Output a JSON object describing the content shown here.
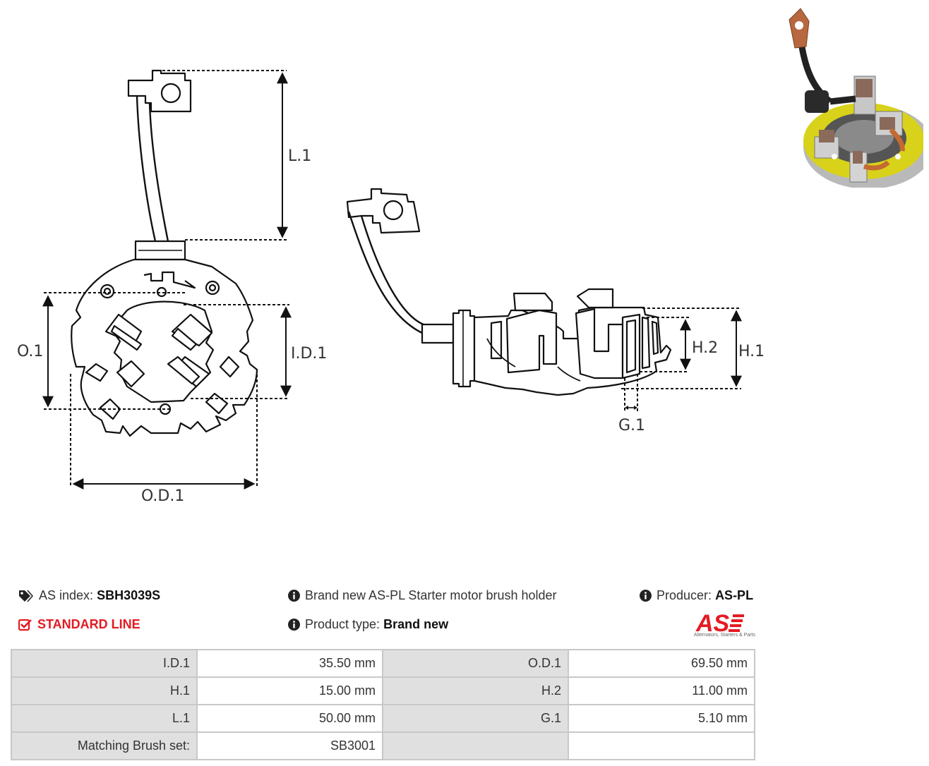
{
  "drawing": {
    "labels": {
      "l1": "L.1",
      "o1": "O.1",
      "id1": "I.D.1",
      "od1": "O.D.1",
      "h2": "H.2",
      "h1": "H.1",
      "g1": "G.1"
    }
  },
  "info": {
    "as_index_label": "AS index:",
    "as_index_value": "SBH3039S",
    "line": "STANDARD LINE",
    "description": "Brand new AS-PL Starter motor brush holder",
    "product_type_label": "Product type:",
    "product_type_value": "Brand new",
    "producer_label": "Producer:",
    "producer_value": "AS-PL"
  },
  "logo": {
    "text": "AS",
    "tagline": "Alternators, Starters & Parts",
    "color": "#e41b23"
  },
  "specs": {
    "rows": [
      {
        "l1": "I.D.1",
        "v1": "35.50 mm",
        "l2": "O.D.1",
        "v2": "69.50 mm"
      },
      {
        "l1": "H.1",
        "v1": "15.00 mm",
        "l2": "H.2",
        "v2": "11.00 mm"
      },
      {
        "l1": "L.1",
        "v1": "50.00 mm",
        "l2": "G.1",
        "v2": "5.10 mm"
      },
      {
        "l1": "Matching Brush set:",
        "v1": "SB3001",
        "l2": "",
        "v2": ""
      }
    ]
  },
  "icons": {
    "tag": "tag-icon",
    "check": "check-square-icon",
    "info": "info-circle-icon"
  }
}
